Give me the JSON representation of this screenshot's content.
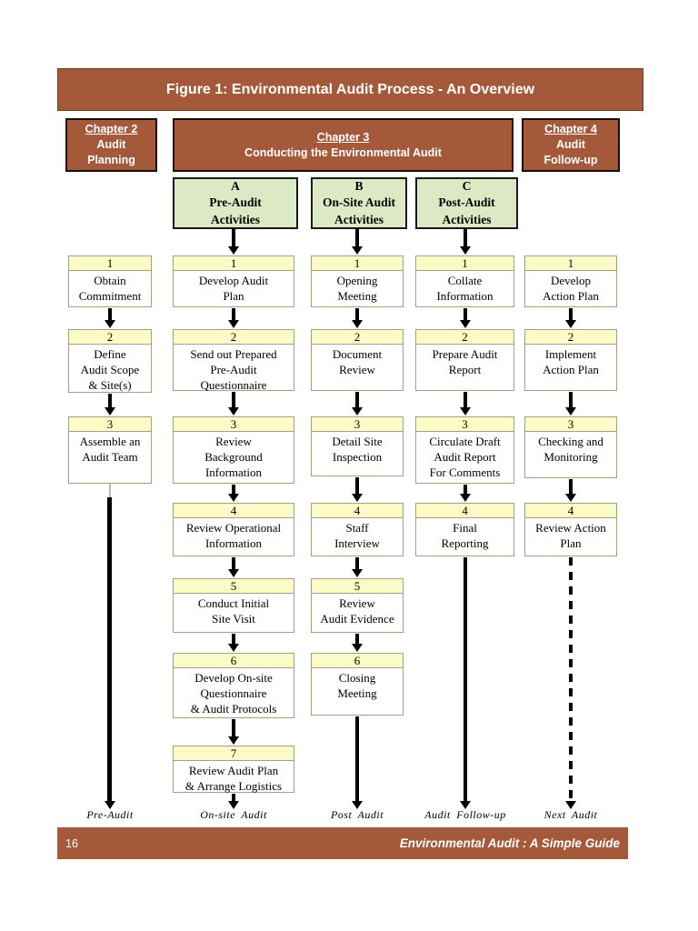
{
  "title": "Figure 1: Environmental Audit Process - An Overview",
  "chapters": [
    {
      "heading": "Chapter 2",
      "subtitle": "Audit\nPlanning"
    },
    {
      "heading": "Chapter 3",
      "subtitle": "Conducting the Environmental Audit"
    },
    {
      "heading": "Chapter 4",
      "subtitle": "Audit\nFollow-up"
    }
  ],
  "phases": [
    {
      "letter": "A",
      "name": "Pre-Audit\nActivities"
    },
    {
      "letter": "B",
      "name": "On-Site Audit\nActivities"
    },
    {
      "letter": "C",
      "name": "Post-Audit\nActivities"
    }
  ],
  "columns": [
    {
      "name": "Audit Planning",
      "steps": [
        {
          "num": "1",
          "text": "Obtain\nCommitment"
        },
        {
          "num": "2",
          "text": "Define\nAudit Scope\n& Site(s)"
        },
        {
          "num": "3",
          "text": "Assemble an\nAudit Team"
        }
      ],
      "terminal": "Pre-Audit"
    },
    {
      "name": "Pre-Audit Activities",
      "steps": [
        {
          "num": "1",
          "text": "Develop Audit\nPlan"
        },
        {
          "num": "2",
          "text": "Send out Prepared\nPre-Audit\nQuestionnaire"
        },
        {
          "num": "3",
          "text": "Review\nBackground\nInformation"
        },
        {
          "num": "4",
          "text": "Review Operational\nInformation"
        },
        {
          "num": "5",
          "text": "Conduct Initial\nSite Visit"
        },
        {
          "num": "6",
          "text": "Develop On-site\nQuestionnaire\n& Audit Protocols"
        },
        {
          "num": "7",
          "text": "Review Audit Plan\n& Arrange Logistics"
        }
      ],
      "terminal": "On-site Audit"
    },
    {
      "name": "On-Site Audit Activities",
      "steps": [
        {
          "num": "1",
          "text": "Opening\nMeeting"
        },
        {
          "num": "2",
          "text": "Document\nReview"
        },
        {
          "num": "3",
          "text": "Detail Site\nInspection"
        },
        {
          "num": "4",
          "text": "Staff\nInterview"
        },
        {
          "num": "5",
          "text": "Review\nAudit Evidence"
        },
        {
          "num": "6",
          "text": "Closing\nMeeting"
        }
      ],
      "terminal": "Post Audit"
    },
    {
      "name": "Post-Audit Activities",
      "steps": [
        {
          "num": "1",
          "text": "Collate\nInformation"
        },
        {
          "num": "2",
          "text": "Prepare Audit\nReport"
        },
        {
          "num": "3",
          "text": "Circulate Draft\nAudit Report\nFor Comments"
        },
        {
          "num": "4",
          "text": "Final\nReporting"
        }
      ],
      "terminal": "Audit Follow-up"
    },
    {
      "name": "Audit Follow-up",
      "steps": [
        {
          "num": "1",
          "text": "Develop\nAction Plan"
        },
        {
          "num": "2",
          "text": "Implement\nAction Plan"
        },
        {
          "num": "3",
          "text": "Checking and\nMonitoring"
        },
        {
          "num": "4",
          "text": "Review Action\nPlan"
        }
      ],
      "terminal": "Next Audit"
    }
  ],
  "footer": {
    "page_number": "16",
    "text": "Environmental Audit : A Simple Guide"
  },
  "colors": {
    "brown": "#A4593A",
    "light_green": "#DCE9C4",
    "pale_yellow": "#FBFBC8"
  }
}
